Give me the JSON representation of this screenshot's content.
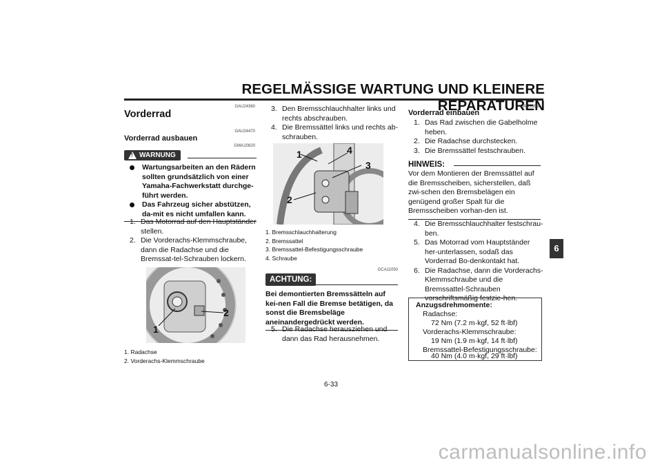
{
  "header": {
    "title": "REGELMÄSSIGE WARTUNG UND KLEINERE REPARATUREN"
  },
  "section": {
    "title": "Vorderrad",
    "code": "GAU24360"
  },
  "remove": {
    "title": "Vorderrad ausbauen",
    "code": "GAU24470",
    "warning_code": "GWA10820",
    "warning_label": "WARNUNG",
    "bullets": [
      "Wartungsarbeiten an den Rädern sollten grundsätzlich von einer Yamaha-Fachwerkstatt durchge-führt werden.",
      "Das Fahrzeug sicher abstützen, da-mit es nicht umfallen kann."
    ],
    "steps": [
      {
        "n": "1.",
        "text": "Das Motorrad auf den Hauptständer stellen."
      },
      {
        "n": "2.",
        "text": "Die Vorderachs-Klemmschraube, dann die Radachse und die Bremssat-tel-Schrauben lockern."
      }
    ],
    "photo_labels": [
      "1",
      "2"
    ],
    "captions": [
      "1.  Radachse",
      "2.  Vorderachs-Klemmschraube"
    ]
  },
  "middle": {
    "steps": [
      {
        "n": "3.",
        "text": "Den Bremsschlauchhalter links und rechts abschrauben."
      },
      {
        "n": "4.",
        "text": "Die Bremssättel links und rechts ab-schrauben."
      }
    ],
    "photo_labels": [
      "1",
      "2",
      "3",
      "4"
    ],
    "captions": [
      "1.  Bremsschlauchhalterung",
      "2.  Bremssattel",
      "3.  Bremssattel-Befestigungsschraube",
      "4.  Schraube"
    ],
    "caution_code": "GCA11050",
    "caution_label": "ACHTUNG:",
    "caution_text": "Bei demontierten Bremssätteln auf kei-nen Fall die Bremse betätigen, da sonst die Bremsbeläge aneinandergedrückt werden.",
    "step5": {
      "n": "5.",
      "text": "Die Radachse herausziehen und dann das Rad herausnehmen."
    }
  },
  "install": {
    "title": "Vorderrad einbauen",
    "code": "GAU33660",
    "steps1": [
      {
        "n": "1.",
        "text": "Das Rad zwischen die Gabelholme heben."
      },
      {
        "n": "2.",
        "text": "Die Radachse durchstecken."
      },
      {
        "n": "3.",
        "text": "Die Bremssättel festschrauben."
      }
    ],
    "note_label": "HINWEIS:",
    "note_text": "Vor dem Montieren der Bremssättel auf die Bremsscheiben, sicherstellen, daß zwi-schen den Bremsbelägen ein genügend großer Spalt für die Bremsscheiben vorhan-den ist.",
    "steps2": [
      {
        "n": "4.",
        "text": "Die Bremsschlauchhalter festschrau-ben."
      },
      {
        "n": "5.",
        "text": "Das Motorrad vom Hauptständer her-unterlassen, sodaß das Vorderrad Bo-denkontakt hat."
      },
      {
        "n": "6.",
        "text": "Die Radachse, dann die Vorderachs-Klemmschraube und die Bremssattel-Schrauben vorschriftsmäßig festzie-hen."
      }
    ],
    "torque": {
      "title": "Anzugsdrehmomente:",
      "lines": [
        {
          "label": "Radachse:",
          "value": "72 Nm (7.2 m·kgf, 52 ft·lbf)"
        },
        {
          "label": "Vorderachs-Klemmschraube:",
          "value": "19 Nm (1.9 m·kgf, 14 ft·lbf)"
        },
        {
          "label": "Bremssattel-Befestigungsschraube:",
          "value": "40 Nm (4.0 m·kgf, 29 ft·lbf)"
        }
      ]
    }
  },
  "tab": "6",
  "page_number": "6-33",
  "watermark": "carmanualsonline.info"
}
